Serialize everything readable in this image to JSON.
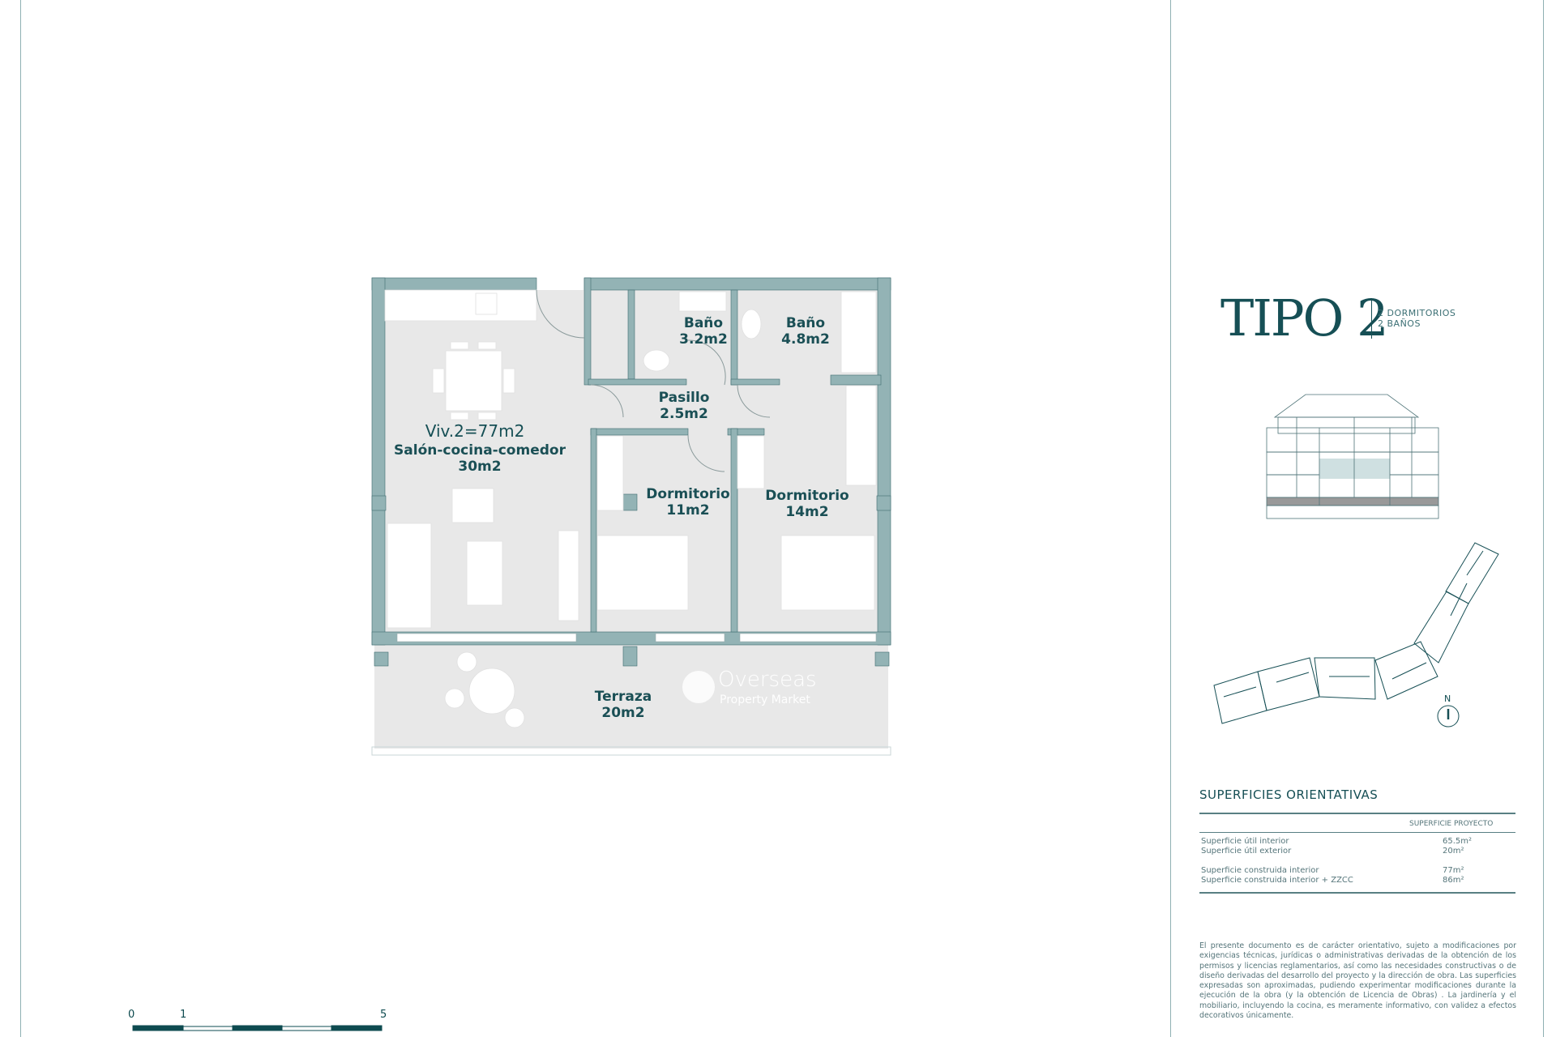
{
  "floorplan": {
    "unit_total": "Viv.2=77m2",
    "rooms": [
      {
        "name": "Salón-cocina-comedor",
        "area": "30m2"
      },
      {
        "name": "Baño",
        "area": "3.2m2"
      },
      {
        "name": "Baño",
        "area": "4.8m2"
      },
      {
        "name": "Pasillo",
        "area": "2.5m2"
      },
      {
        "name": "Dormitorio",
        "area": "11m2"
      },
      {
        "name": "Dormitorio",
        "area": "14m2"
      },
      {
        "name": "Terraza",
        "area": "20m2"
      }
    ],
    "watermark": {
      "line1": "Overseas",
      "line2": "Property Market"
    },
    "colors": {
      "wall": "#93b3b5",
      "floor": "#e8e8e8",
      "text": "#1a4f55"
    }
  },
  "scale_bar": {
    "labels": [
      "0",
      "1",
      "5"
    ]
  },
  "type_header": {
    "title": "TIPO 2",
    "bedrooms": "2 DORMITORIOS",
    "bathrooms": "2 BAÑOS"
  },
  "north_label": "N",
  "surfaces": {
    "heading": "SUPERFICIES ORIENTATIVAS",
    "column_header": "SUPERFICIE PROYECTO",
    "rows": [
      {
        "label": "Superficie útil interior",
        "value": "65.5m²"
      },
      {
        "label": "Superficie útil exterior",
        "value": "20m²"
      },
      {
        "label": "Superficie construida interior",
        "value": "77m²"
      },
      {
        "label": "Superficie construida interior + ZZCC",
        "value": "86m²"
      }
    ]
  },
  "disclaimer": "El presente documento es de carácter orientativo, sujeto a modificaciones por exigencias técnicas, jurídicas o administrativas derivadas de la obtención de los permisos y licencias reglamentarios, así como las necesidades constructivas o de diseño derivadas del desarrollo del proyecto y la dirección de obra. Las superficies expresadas son aproximadas, pudiendo experimentar modificaciones durante la ejecución de la obra (y la obtención de Licencia de Obras) . La jardinería y el mobiliario, incluyendo la cocina, es meramente informativo, con validez a efectos decorativos únicamente.",
  "accent_color": "#0e4b50"
}
